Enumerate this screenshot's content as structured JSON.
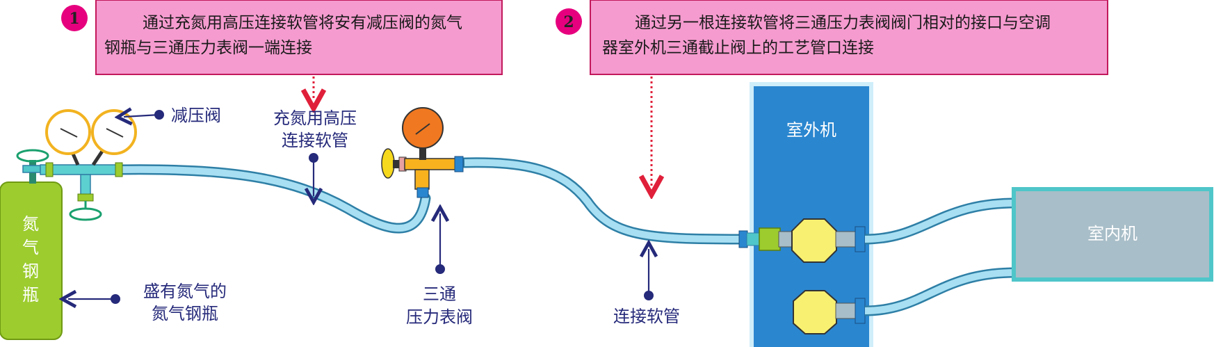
{
  "steps": [
    {
      "number": "1",
      "line1": "通过充氮用高压连接软管将安有减压阀的氮气",
      "line2": "钢瓶与三通压力表阀一端连接"
    },
    {
      "number": "2",
      "line1": "通过另一根连接软管将三通压力表阀阀门相对的接口与空调",
      "line2": "器室外机三通截止阀上的工艺管口连接"
    }
  ],
  "labels": {
    "pressure_reducer": "减压阀",
    "hose_line1": "充氮用高压",
    "hose_line2": "连接软管",
    "gauge_line1": "三通",
    "gauge_line2": "压力表阀",
    "connect_hose": "连接软管",
    "cylinder_desc_line1": "盛有氮气的",
    "cylinder_desc_line2": "氮气钢瓶",
    "cylinder_chars": [
      "氮",
      "气",
      "钢",
      "瓶"
    ],
    "outdoor_unit": "室外机",
    "indoor_unit": "室内机"
  },
  "colors": {
    "step_box_fill": "#f59bcf",
    "step_box_border": "#c2185b",
    "step_badge": "#e6007e",
    "hose": "#a8dff2",
    "hose_outline": "#2e7fa6",
    "cylinder": "#9ccc2e",
    "outdoor_unit": "#2a86cf",
    "indoor_unit": "#a8bec8",
    "indoor_border": "#4fc6c9",
    "label_color": "#262a7a",
    "dotted_arrow": "#e0203a",
    "gauge_orange": "#f07820",
    "valve_yellow": "#f8f070"
  }
}
